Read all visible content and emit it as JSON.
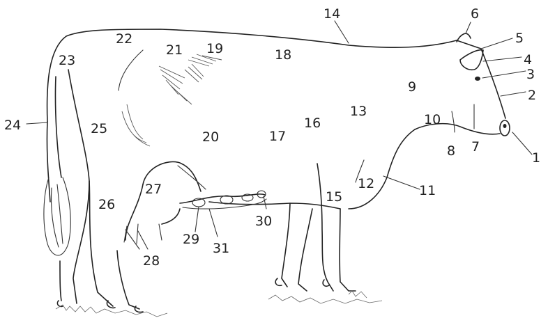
{
  "labels": [
    {
      "id": "1",
      "text": "1"
    },
    {
      "id": "2",
      "text": "2"
    },
    {
      "id": "3",
      "text": "3"
    },
    {
      "id": "4",
      "text": "4"
    },
    {
      "id": "5",
      "text": "5"
    },
    {
      "id": "6",
      "text": "6"
    },
    {
      "id": "7",
      "text": "7"
    },
    {
      "id": "8",
      "text": "8"
    },
    {
      "id": "9",
      "text": "9"
    },
    {
      "id": "10",
      "text": "10"
    },
    {
      "id": "11",
      "text": "11"
    },
    {
      "id": "12",
      "text": "12"
    },
    {
      "id": "13",
      "text": "13"
    },
    {
      "id": "14",
      "text": "14"
    },
    {
      "id": "15",
      "text": "15"
    },
    {
      "id": "16",
      "text": "16"
    },
    {
      "id": "17",
      "text": "17"
    },
    {
      "id": "18",
      "text": "18"
    },
    {
      "id": "19",
      "text": "19"
    },
    {
      "id": "20",
      "text": "20"
    },
    {
      "id": "21",
      "text": "21"
    },
    {
      "id": "22",
      "text": "22"
    },
    {
      "id": "23",
      "text": "23"
    },
    {
      "id": "24",
      "text": "24"
    },
    {
      "id": "25",
      "text": "25"
    },
    {
      "id": "26",
      "text": "26"
    },
    {
      "id": "27",
      "text": "27"
    },
    {
      "id": "28",
      "text": "28"
    },
    {
      "id": "29",
      "text": "29"
    },
    {
      "id": "30",
      "text": "30"
    },
    {
      "id": "31",
      "text": "31"
    }
  ]
}
